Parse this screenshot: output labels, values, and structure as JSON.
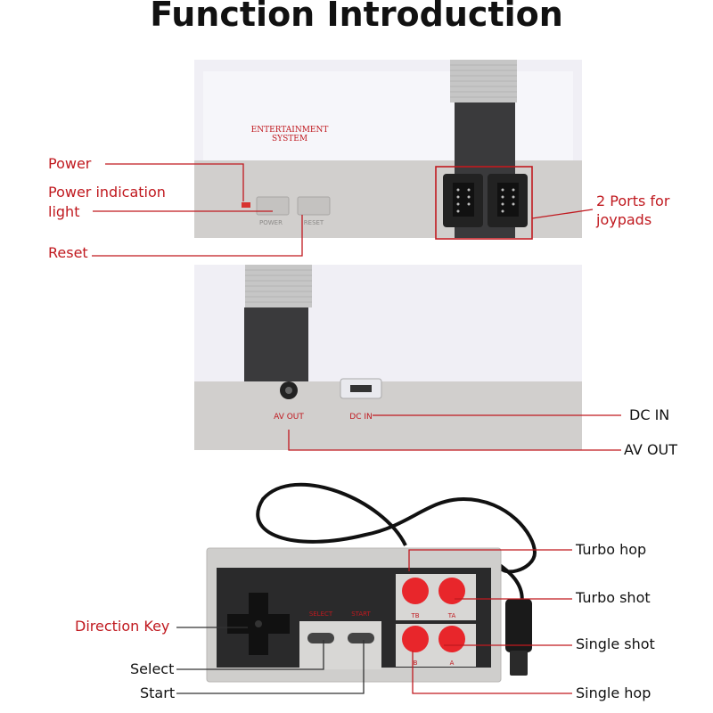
{
  "title": "Function Introduction",
  "console": {
    "badge_line1": "ENTERTAINMENT",
    "badge_line2": "SYSTEM",
    "button_left": "POWER",
    "button_right": "RESET",
    "port_av": "AV OUT",
    "port_dc": "DC IN"
  },
  "controller": {
    "select_label": "SELECT",
    "start_label": "START",
    "btn_tb": "TB",
    "btn_ta": "TA",
    "btn_b": "B",
    "btn_a": "A"
  },
  "callouts": {
    "power": "Power",
    "power_light_1": "Power indication",
    "power_light_2": "light",
    "reset": "Reset",
    "ports_1": "2 Ports for",
    "ports_2": "joypads",
    "dc_in": "DC IN",
    "av_out": "AV OUT",
    "turbo_hop": "Turbo hop",
    "turbo_shot": "Turbo shot",
    "single_shot": "Single shot",
    "single_hop": "Single hop",
    "direction_key": "Direction Key",
    "select": "Select",
    "start": "Start"
  },
  "colors": {
    "callout_red": "#c0191f",
    "button_red": "#e8262b",
    "console_top": "#efeef4",
    "console_base": "#cfcdcb"
  }
}
